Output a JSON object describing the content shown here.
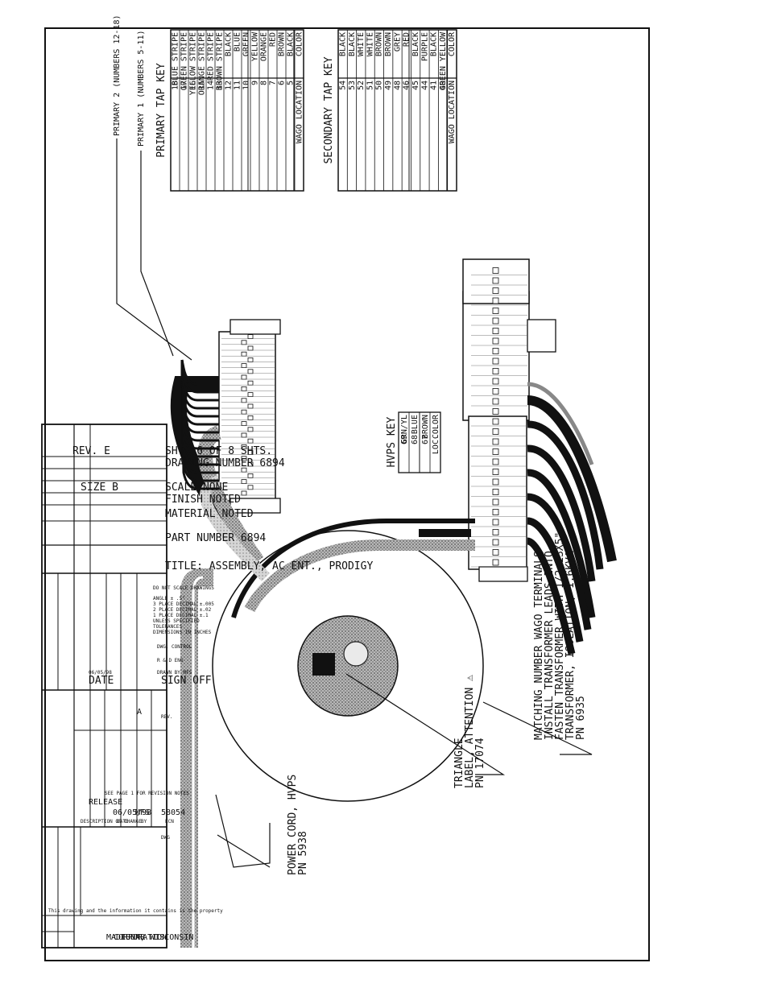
{
  "secondary_key": {
    "title": "SECONDARY TAP KEY",
    "col_color": "COLOR",
    "col_loc": "WAGO LOCATION",
    "rows": [
      {
        "color": "GREEN YELLOW",
        "loc": "40"
      },
      {
        "color": "BLACK",
        "loc": "41"
      },
      {
        "color": "PURPLE",
        "loc": "44"
      },
      {
        "color": "BLACK",
        "loc": "45"
      },
      {
        "color": "RED",
        "loc": "46"
      },
      {
        "color": "GREY",
        "loc": "48"
      },
      {
        "color": "BROWN",
        "loc": "49"
      },
      {
        "color": "BROWN",
        "loc": "50"
      },
      {
        "color": "WHITE",
        "loc": "51"
      },
      {
        "color": "WHITE",
        "loc": "52"
      },
      {
        "color": "BLACK",
        "loc": "53"
      },
      {
        "color": "BLACK",
        "loc": "54"
      }
    ]
  },
  "primary_key": {
    "title": "PRIMARY TAP KEY",
    "col_color": "COLOR",
    "col_loc": "WAGO LOCATION",
    "rows": [
      {
        "color": "BLACK",
        "loc": "5"
      },
      {
        "color": "BROWN",
        "loc": "6"
      },
      {
        "color": "RED",
        "loc": "7"
      },
      {
        "color": "ORANGE",
        "loc": "8"
      },
      {
        "color": "YELLOW",
        "loc": "9"
      },
      {
        "color": "GREEN",
        "loc": "10"
      },
      {
        "color": "BLUE",
        "loc": "11"
      },
      {
        "color": "BLACK",
        "loc": "12"
      },
      {
        "color": "BROWN STRIPE",
        "loc": "13"
      },
      {
        "color": "RED STRIPE",
        "loc": "14"
      },
      {
        "color": "ORANGE STRIPE",
        "loc": "15"
      },
      {
        "color": "YELLOW STRIPE",
        "loc": "16"
      },
      {
        "color": "GREEN STRIPE",
        "loc": "17"
      },
      {
        "color": "BLUE STRIPE",
        "loc": "18"
      }
    ]
  },
  "hvps_key": {
    "title": "HVPS KEY",
    "col_color": "COLOR",
    "col_loc": "LOC.",
    "rows": [
      {
        "color": "BROWN",
        "loc": "67"
      },
      {
        "color": "BLUE",
        "loc": "68"
      },
      {
        "color": "GRN/YL",
        "loc": "69"
      }
    ]
  },
  "labels": {
    "primary1": "PRIMARY 1 (NUMBERS 5-11)",
    "primary2": "PRIMARY 2 (NUMBERS 12-18)",
    "transformer": [
      "PN 6935",
      "TRANSFORMER, ISOLATION, 1.6KVA",
      "FASTEN TRANSFORMER WITH 1/2-13X5\"",
      "INSTALL TRANSFORMER LEADS INTO",
      "MATCHING NUMBER WAGO TERMINALS"
    ],
    "attention": [
      "PN 17074",
      "LABEL, ATTENTION ⚠",
      "TRIANGLE"
    ],
    "power_cord": [
      "PN 5938",
      "POWER CORD, HVPS"
    ]
  },
  "title_block": {
    "company": [
      "LUNAR",
      "CORPORATION",
      "MADISON, WISCONSIN"
    ],
    "dwg_no_label": "DWG",
    "revision_row": {
      "ecn": "58054",
      "by": "MFS",
      "date": "06/05/98",
      "desc": "RELEASE"
    },
    "revision_note": "SEE PAGE 1 FOR REVISION NOTES",
    "rev_headers": [
      "ECN",
      "BY",
      "DATE",
      "DESCRIPTION OF CHANGE",
      "REV."
    ],
    "rev_letter": "A",
    "sign_off": "SIGN OFF",
    "date_header": "DATE",
    "drawn_by": "DRAWN BY  MFS",
    "drawn_date": "06/05/98",
    "r_and_d": "R & D ENG",
    "dwg_control": "DWG. CONTROL",
    "tolerances": [
      "DIMENSIONS IN INCHES",
      "TOLERANCES",
      "UNLESS SPECIFIED",
      "1 PLACE DECIMAL ±.1",
      "2 PLACE DECIMAL ±.02",
      "3 PLACE DECIMAL ±.005",
      "ANGLE ± .5°"
    ],
    "do_not_scale": "DO NOT SCALE DRAWINGS",
    "title": "TITLE:  ASSEMBLY, AC ENT., PRODIGY",
    "part_number": "PART NUMBER  6894",
    "material": "MATERIAL  NOTED",
    "finish": "FINISH  NOTED",
    "scale": "SCALE  NONE",
    "size": "SIZE  B",
    "drawing_number": "DRAWING NUMBER  6894",
    "sheet": "SHT.  6  OF  8  SHTS.",
    "rev": "REV.  E",
    "proprietary": "This drawing and the information it contains is the property of Lunar Corporation of Madison, Wisconsin and is not to be reproduced or copied in whole or in part nor used in any way without written permission."
  }
}
